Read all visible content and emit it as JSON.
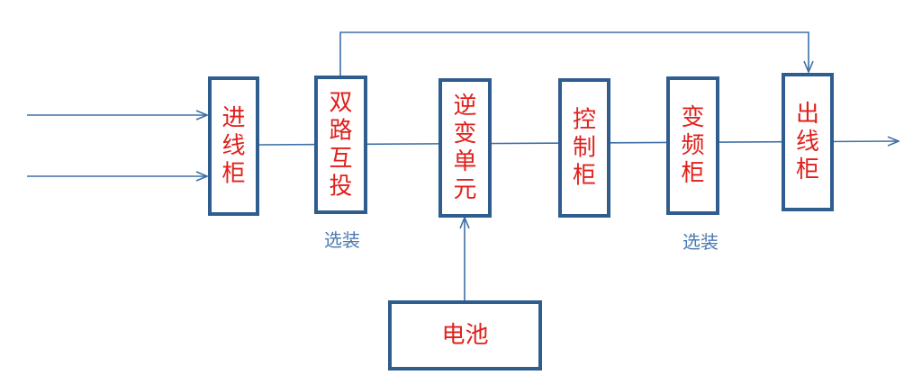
{
  "colors": {
    "box_border": "#2f5d8f",
    "box_text": "#e0201b",
    "line": "#3d6fa6",
    "note_text": "#4a7ab0"
  },
  "boxes": {
    "incoming_cabinet": "进\n线\n柜",
    "dual_switch": "双\n路\n互\n投",
    "inverter_unit": "逆\n变\n单\n元",
    "control_cabinet": "控\n制\n柜",
    "frequency_cabinet": "变\n频\n柜",
    "outgoing_cabinet": "出\n线\n柜",
    "battery": "电池"
  },
  "notes": {
    "optional_dual_switch": "选装",
    "optional_frequency": "选装"
  }
}
